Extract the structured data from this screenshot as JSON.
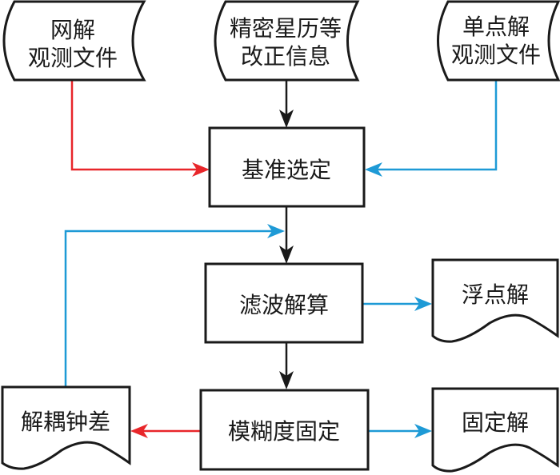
{
  "colors": {
    "black": "#1a1a1a",
    "red": "#e8262a",
    "blue": "#1e9ad6"
  },
  "inputs": {
    "network_obs": {
      "line1": "网解",
      "line2": "观测文件"
    },
    "precise_ephemeris": {
      "line1": "精密星历等",
      "line2": "改正信息"
    },
    "single_point_obs": {
      "line1": "单点解",
      "line2": "观测文件"
    }
  },
  "processes": {
    "datum_selection": "基准选定",
    "filter_solution": "滤波解算",
    "ambiguity_fixing": "模糊度固定"
  },
  "outputs": {
    "float_solution": "浮点解",
    "fixed_solution": "固定解",
    "decoupled_clock": "解耦钟差"
  },
  "edges": [
    {
      "from": "网解观测文件",
      "to": "基准选定",
      "color": "red"
    },
    {
      "from": "精密星历等改正信息",
      "to": "基准选定",
      "color": "black"
    },
    {
      "from": "单点解观测文件",
      "to": "基准选定",
      "color": "blue"
    },
    {
      "from": "基准选定",
      "to": "滤波解算",
      "color": "black"
    },
    {
      "from": "滤波解算",
      "to": "浮点解",
      "color": "blue"
    },
    {
      "from": "滤波解算",
      "to": "模糊度固定",
      "color": "black"
    },
    {
      "from": "模糊度固定",
      "to": "固定解",
      "color": "blue"
    },
    {
      "from": "模糊度固定",
      "to": "解耦钟差",
      "color": "red"
    },
    {
      "from": "解耦钟差",
      "to": "滤波解算",
      "color": "blue"
    }
  ]
}
